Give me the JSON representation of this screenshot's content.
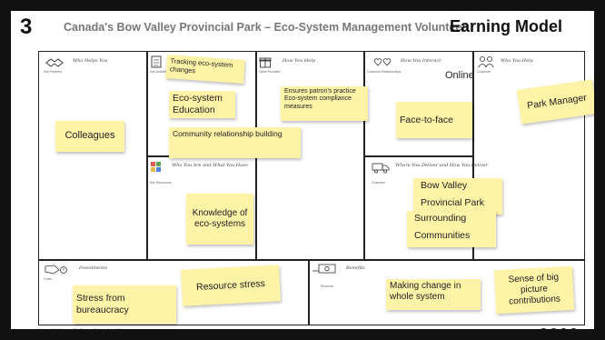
{
  "header": {
    "number": "3",
    "title": "Canada's Bow Valley Provincial Park – Eco-System Management Volunteer",
    "tag": "Earning Model"
  },
  "sections": {
    "who_helps": {
      "title": "Who Helps You",
      "sub": "Key Partners"
    },
    "what_you_do": {
      "sub": "Key Activities"
    },
    "how_you_help": {
      "title": "How You Help",
      "sub": "Value Provided"
    },
    "how_interact": {
      "title": "How You Interact",
      "sub": "Customer Relationships"
    },
    "who_you_help": {
      "title": "Who You Help",
      "sub": "Customer"
    },
    "who_you_are": {
      "title": "Who You Are and What You Have",
      "sub": "Key Resources"
    },
    "deliver": {
      "title": "Where You Deliver and How You Deliver",
      "sub": "Channels"
    },
    "investments": {
      "title": "Investments",
      "sub": "Costs"
    },
    "benefits": {
      "title": "Benefits",
      "sub": "Revenue"
    }
  },
  "notes": {
    "colleagues": "Colleagues",
    "tracking": "Tracking eco-system changes",
    "eco_education": "Eco-system Education",
    "community": "Community relationship building",
    "ensures": "Ensures patron's practice Eco-system compliance measures",
    "online": "Online",
    "face_to_face": "Face-to-face",
    "park_manager": "Park Manager",
    "knowledge": "Knowledge of eco-systems",
    "bow_valley": "Bow Valley",
    "provincial_park": "Provincial Park",
    "surrounding": "Surrounding",
    "communities": "Communities",
    "stress_bureaucracy": "Stress from bureaucracy",
    "resource_stress": "Resource stress",
    "making_change": "Making change in whole system",
    "sense_of_big": "Sense of big picture contributions"
  },
  "footer": {
    "line1": "BusinessModelYou.com   The Personal Business Model Canvas",
    "line2": "Strategyzer.com   Licensed under Creative Commons"
  },
  "icons": [
    "handshake-icon",
    "clipboard-icon",
    "gift-icon",
    "hearts-icon",
    "people-icon",
    "person-icon",
    "truck-icon",
    "tag-icon",
    "money-icon"
  ]
}
